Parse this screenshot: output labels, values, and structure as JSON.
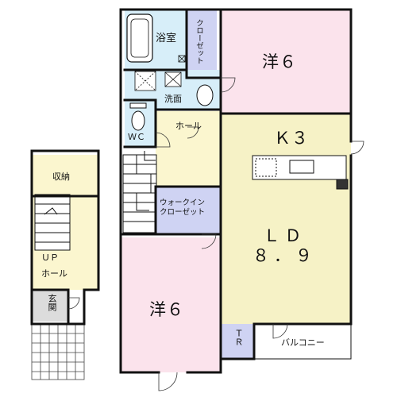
{
  "rooms": {
    "western_room_top": "洋６",
    "western_room_bottom": "洋６",
    "bathroom": "浴室",
    "closet": "クローゼット",
    "washroom": "洗面",
    "toilet": "ＷＣ",
    "hall_upper": "ホール",
    "kitchen": "Ｋ３",
    "walk_in_closet": "ウォークインクローゼット",
    "walk_in_closet_line1": "ウォークイン",
    "walk_in_closet_line2": "クローゼット",
    "ld_line1": "ＬＤ",
    "ld_line2": "８．９",
    "trunk_room": "ＴＲ",
    "balcony": "バルコニー",
    "storage": "収納",
    "up_label": "ＵＰ",
    "hall_lower": "ホール",
    "entrance": "玄関"
  },
  "colors": {
    "western_room": "#fbe3ec",
    "wet_area": "#d7eef9",
    "closet": "#cfd3f3",
    "hall": "#fbf6cf",
    "ldk": "#f6f2c6",
    "wall": "#111111"
  }
}
